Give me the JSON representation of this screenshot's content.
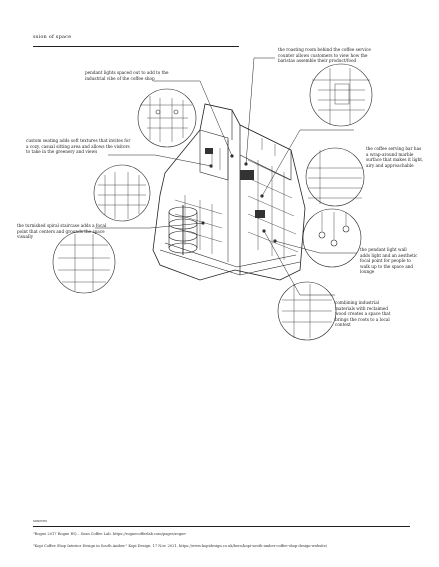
{
  "page": {
    "title": "ssion of space",
    "sources_label": "sources"
  },
  "annotations": [
    {
      "id": "pendant-lights",
      "text": "pendant lights spaced out to add to the industrial vibe of the coffee shop"
    },
    {
      "id": "roasting-room",
      "text": "the roasting room behind the coffee service counter allows customers to view how the baristas assemble their product/food"
    },
    {
      "id": "seating",
      "text": "custom seating adds soft textures that invites for a cozy, casual sitting area and allows the visitors to take in the greenery and views"
    },
    {
      "id": "coffee-bar",
      "text": "the coffee serving bar has a wrap-around marble surface that makes it light, airy and approachable"
    },
    {
      "id": "staircase",
      "text": "the turnished spiral staircase adds a focal point that centers and grounds the space visually"
    },
    {
      "id": "pendant-focal",
      "text": "the pendant light wall adds light and an aesthetic focal point for people to walk up to the space and lounge"
    },
    {
      "id": "materials",
      "text": "combining industrial materials with reclaimed wood creates a space that brings the roots to a local context"
    }
  ],
  "footnotes": [
    "\"Rogue 2017 Rogue HQ – Sean Coffee Lab. https://roguecoffeelab.com/pages/rogue-",
    "\"Kopi Coffee Shop Interior Design in South Amber.\" Kopi Design. 17 Nov. 2021, https://www.kopidesign.co.uk/hero/kopi-south-amber-coffee-shop-design-website/"
  ]
}
